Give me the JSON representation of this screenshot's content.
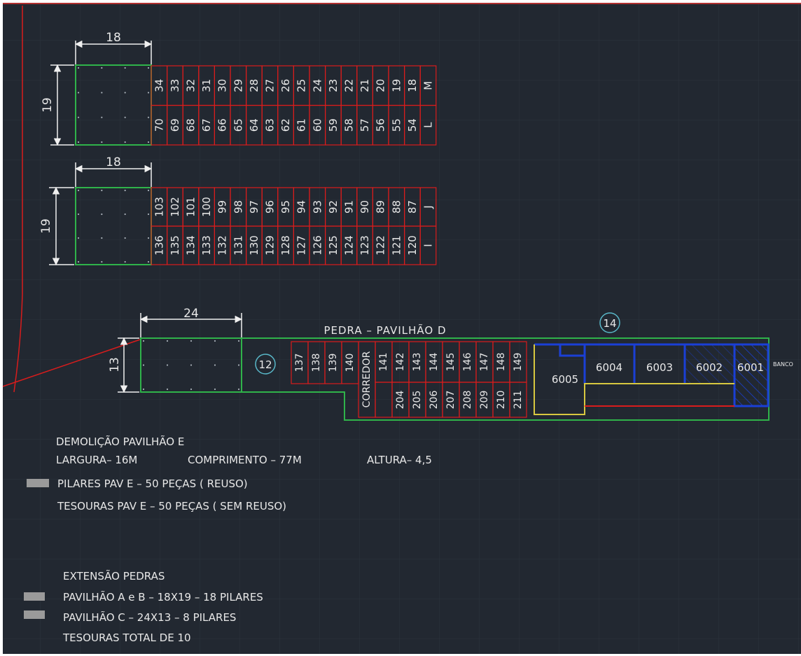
{
  "colors": {
    "background": "#222831",
    "grid": "#2c333d",
    "cell_border": "#d91c1c",
    "outline_green": "#2fb34a",
    "text": "#e8e8e8",
    "dimension": "#f0f0f0",
    "blue": "#1a3fd6",
    "yellow": "#d8c840",
    "cyan_circle": "#59b8c9",
    "legend_swatch": "#9a9a9a"
  },
  "block_a": {
    "dim_width": "18",
    "dim_height": "19",
    "row_top": [
      "34",
      "33",
      "32",
      "31",
      "30",
      "29",
      "28",
      "27",
      "26",
      "25",
      "24",
      "23",
      "22",
      "21",
      "20",
      "19",
      "18",
      "M"
    ],
    "row_bottom": [
      "70",
      "69",
      "68",
      "67",
      "66",
      "65",
      "64",
      "63",
      "62",
      "61",
      "60",
      "59",
      "58",
      "57",
      "56",
      "55",
      "54",
      "L"
    ]
  },
  "block_b": {
    "dim_width": "18",
    "dim_height": "19",
    "row_top": [
      "103",
      "102",
      "101",
      "100",
      "99",
      "98",
      "97",
      "96",
      "95",
      "94",
      "93",
      "92",
      "91",
      "90",
      "89",
      "88",
      "87",
      "J"
    ],
    "row_bottom": [
      "136",
      "135",
      "134",
      "133",
      "132",
      "131",
      "130",
      "129",
      "128",
      "127",
      "126",
      "125",
      "124",
      "123",
      "122",
      "121",
      "120",
      "I"
    ]
  },
  "block_d": {
    "title": "PEDRA – PAVILHÃO D",
    "dim_width": "24",
    "dim_height": "13",
    "circle_12": "12",
    "circle_14": "14",
    "cells_left": [
      "137",
      "138",
      "139",
      "140"
    ],
    "corridor": "CORREDOR",
    "cells_top": [
      "141",
      "142",
      "143",
      "144",
      "145",
      "146",
      "147",
      "148",
      "149"
    ],
    "cells_bottom": [
      "204",
      "205",
      "206",
      "207",
      "208",
      "209",
      "210",
      "211"
    ],
    "offices": [
      "6005",
      "6004",
      "6003",
      "6002",
      "6001"
    ],
    "banco": "BANCO"
  },
  "notes": {
    "line1": "DEMOLIÇÃO PAVILHÃO E",
    "line2a": "LARGURA– 16M",
    "line2b": "COMPRIMENTO – 77M",
    "line2c": "ALTURA– 4,5",
    "line3": "PILARES PAV E – 50 PEÇAS ( REUSO)",
    "line4": "TESOURAS  PAV E – 50 PEÇAS ( SEM REUSO)",
    "line5": "EXTENSÃO PEDRAS",
    "line6": "PAVILHÃO A e B – 18X19  – 18 PILARES",
    "line7": "PAVILHÃO C  – 24X13  – 8 PILARES",
    "line8": "TESOURAS  TOTAL DE 10"
  }
}
